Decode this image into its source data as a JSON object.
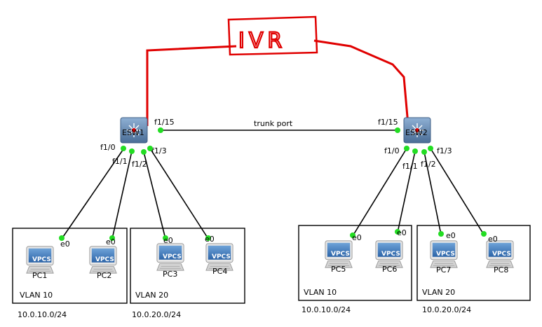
{
  "ivr": {
    "label": "IVR"
  },
  "trunk_label": "trunk port",
  "switches": [
    {
      "name": "ESW1",
      "trunk_port": "f1/15",
      "ports": [
        "f1/0",
        "f1/1",
        "f1/2",
        "f1/3"
      ]
    },
    {
      "name": "ESW2",
      "trunk_port": "f1/15",
      "ports": [
        "f1/0",
        "f1/1",
        "f1/2",
        "f1/3"
      ]
    }
  ],
  "vlans": [
    {
      "label": "VLAN 10",
      "subnet": "10.0.10.0/24"
    },
    {
      "label": "VLAN 20",
      "subnet": "10.0.20.0/24"
    },
    {
      "label": "VLAN 10",
      "subnet": "10.0.10.0/24"
    },
    {
      "label": "VLAN 20",
      "subnet": "10.0.20.0/24"
    }
  ],
  "pcs": [
    {
      "name": "PC1",
      "iface": "e0",
      "icon_text": "VPCS"
    },
    {
      "name": "PC2",
      "iface": "e0",
      "icon_text": "VPCS"
    },
    {
      "name": "PC3",
      "iface": "e0",
      "icon_text": "VPCS"
    },
    {
      "name": "PC4",
      "iface": "e0",
      "icon_text": "VPCS"
    },
    {
      "name": "PC5",
      "iface": "e0",
      "icon_text": "VPCS"
    },
    {
      "name": "PC6",
      "iface": "e0",
      "icon_text": "VPCS"
    },
    {
      "name": "PC7",
      "iface": "e0",
      "icon_text": "VPCS"
    },
    {
      "name": "PC8",
      "iface": "e0",
      "icon_text": "VPCS"
    }
  ],
  "colors": {
    "link": "#000000",
    "ivr": "#e00000",
    "port_dot": "#22dd22",
    "switch": "#5b7fa8"
  }
}
